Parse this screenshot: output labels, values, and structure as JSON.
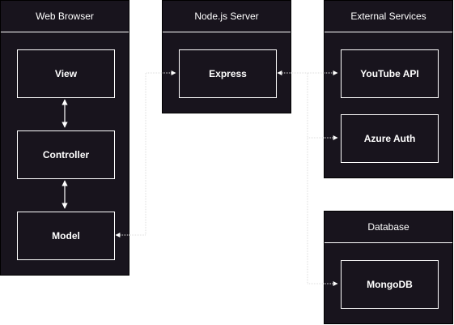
{
  "containers": {
    "web_browser": {
      "title": "Web Browser"
    },
    "node_server": {
      "title": "Node.js Server"
    },
    "external_services": {
      "title": "External Services"
    },
    "database": {
      "title": "Database"
    }
  },
  "nodes": {
    "view": "View",
    "controller": "Controller",
    "model": "Model",
    "express": "Express",
    "youtube_api": "YouTube API",
    "azure_auth": "Azure Auth",
    "mongodb": "MongoDB"
  },
  "edges": [
    {
      "from": "View",
      "to": "Controller",
      "style": "solid",
      "arrows": "both"
    },
    {
      "from": "Controller",
      "to": "Model",
      "style": "solid",
      "arrows": "both"
    },
    {
      "from": "Model",
      "to": "Express",
      "style": "dotted",
      "arrows": "both"
    },
    {
      "from": "Express",
      "to": "YouTube API",
      "style": "dotted",
      "arrows": "both"
    },
    {
      "from": "Express",
      "to": "Azure Auth",
      "style": "dotted",
      "arrows": "end"
    },
    {
      "from": "Express",
      "to": "MongoDB",
      "style": "dotted",
      "arrows": "end"
    }
  ],
  "colors": {
    "container_fill": "#18141d",
    "stroke": "#ffffff",
    "text": "#ffffff",
    "background": "#ffffff"
  }
}
